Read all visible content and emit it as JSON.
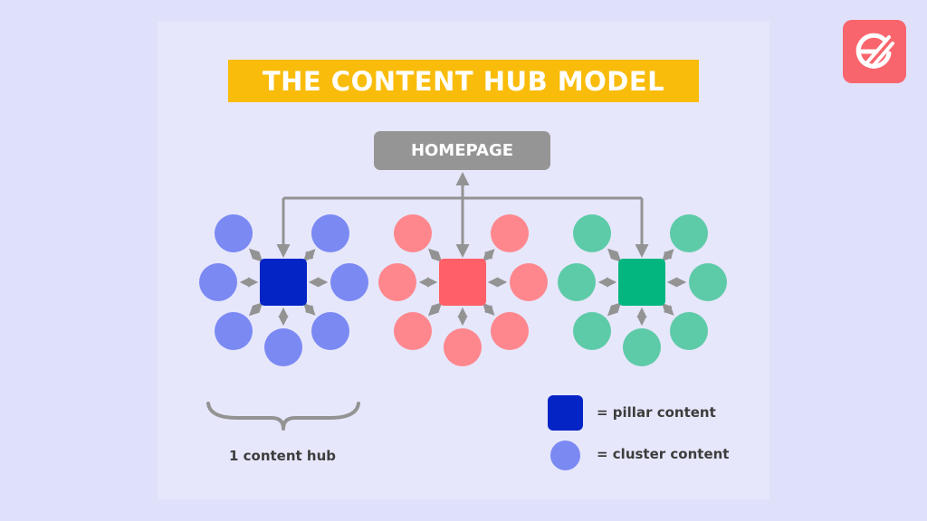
{
  "title": "THE CONTENT HUB MODEL",
  "homepage_label": "HOMEPAGE",
  "hub_label": "1 content hub",
  "legend": {
    "pillar": "= pillar content",
    "cluster": "= cluster content"
  },
  "colors": {
    "background": "#dfe1fb",
    "panel": "#e6e7fb",
    "title_bar": "#f9bc0b",
    "homepage": "#959595",
    "connector": "#939393",
    "logo": "#f9656d",
    "hubs": [
      {
        "pillar": "#0524c6",
        "cluster": "#7b89f3"
      },
      {
        "pillar": "#ff6068",
        "cluster": "#fe878d"
      },
      {
        "pillar": "#03b680",
        "cluster": "#5ecba8"
      }
    ]
  },
  "icons": {
    "logo": "e-logo-icon",
    "brace": "curly-brace-icon"
  }
}
